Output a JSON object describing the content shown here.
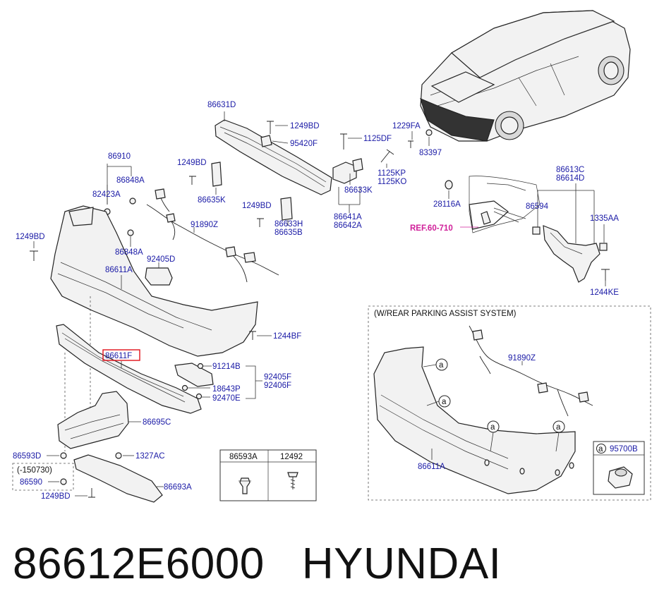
{
  "labels": {
    "p86631D": "86631D",
    "p1249BD_a": "1249BD",
    "p95420F": "95420F",
    "p1125DF": "1125DF",
    "p1229FA": "1229FA",
    "p83397": "83397",
    "p86910": "86910",
    "p86848A_a": "86848A",
    "p82423A": "82423A",
    "p1249BD_b": "1249BD",
    "p86635K": "86635K",
    "p1249BD_c": "1249BD",
    "p86633H": "86633H",
    "p86635B": "86635B",
    "p86633K": "86633K",
    "p1125KP": "1125KP",
    "p1125KO": "1125KO",
    "p86641A": "86641A",
    "p86642A": "86642A",
    "p28116A": "28116A",
    "p86613C": "86613C",
    "p86614D": "86614D",
    "p86594": "86594",
    "p1335AA": "1335AA",
    "p1244KE": "1244KE",
    "p1249BD_d": "1249BD",
    "p91890Z_a": "91890Z",
    "p86848A_b": "86848A",
    "p92405D": "92405D",
    "p86611A_a": "86611A",
    "p1244BF": "1244BF",
    "p86611F": "86611F",
    "p91214B": "91214B",
    "p92405F": "92405F",
    "p92406F": "92406F",
    "p18643P": "18643P",
    "p92470E": "92470E",
    "p86695C": "86695C",
    "p86593D": "86593D",
    "p1327AC": "1327AC",
    "p150730": "(-150730)",
    "p86590": "86590",
    "p86693A": "86693A",
    "p1249BD_e": "1249BD",
    "p91890Z_b": "91890Z",
    "p86611A_b": "86611A",
    "p95700B": "95700B"
  },
  "ref_label": "REF.60-710",
  "parking_box": {
    "title": "(W/REAR PARKING ASSIST SYSTEM)",
    "marker": "a"
  },
  "legend_table": {
    "col1": "86593A",
    "col2": "12492"
  },
  "caption": {
    "part_number": "86612E6000",
    "brand": "HYUNDAI"
  }
}
